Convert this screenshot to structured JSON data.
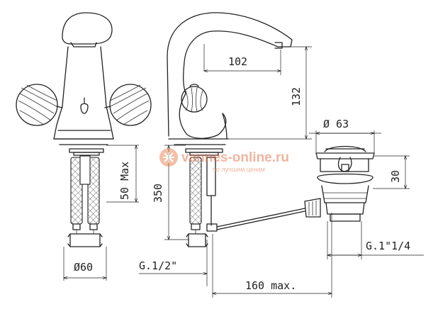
{
  "dimensions": {
    "spout_reach": "102",
    "height": "132",
    "base_diameter_left": "Ø60",
    "base_diameter_right": "Ø 63",
    "max_projection": "50 Max",
    "hose_length": "350",
    "hose_thread": "G.1/2\"",
    "drain_height": "30",
    "drain_thread": "G.1\"1/4",
    "rod_length": "160 max."
  },
  "watermark": {
    "site": "vannes-online.ru",
    "tagline": "по лучшим ценам",
    "color": "#e05a2a"
  },
  "colors": {
    "line": "#222222",
    "background": "#ffffff"
  }
}
